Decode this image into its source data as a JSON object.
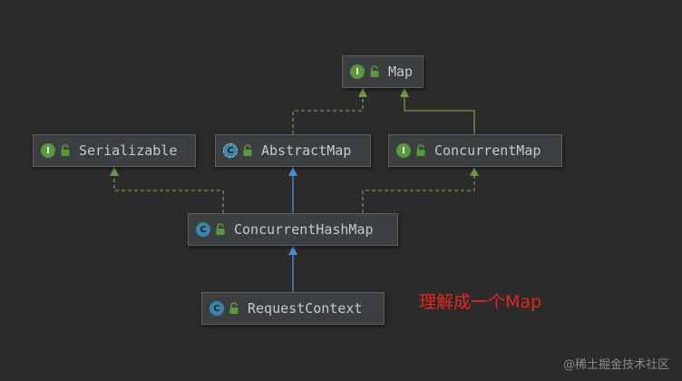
{
  "diagram": {
    "nodes": [
      {
        "id": "map",
        "label": "Map",
        "kind": "interface",
        "badge": "I",
        "visibility": "public"
      },
      {
        "id": "serializable",
        "label": "Serializable",
        "kind": "interface",
        "badge": "I",
        "visibility": "public"
      },
      {
        "id": "abstractmap",
        "label": "AbstractMap",
        "kind": "abstract",
        "badge": "C",
        "visibility": "public"
      },
      {
        "id": "concurrentmap",
        "label": "ConcurrentMap",
        "kind": "interface",
        "badge": "I",
        "visibility": "public"
      },
      {
        "id": "concurrenthashmap",
        "label": "ConcurrentHashMap",
        "kind": "class",
        "badge": "C",
        "visibility": "public"
      },
      {
        "id": "requestcontext",
        "label": "RequestContext",
        "kind": "class",
        "badge": "C",
        "visibility": "public"
      }
    ],
    "edges": [
      {
        "from": "abstractmap",
        "to": "map",
        "type": "implements"
      },
      {
        "from": "concurrentmap",
        "to": "map",
        "type": "extends-interface"
      },
      {
        "from": "concurrenthashmap",
        "to": "serializable",
        "type": "implements"
      },
      {
        "from": "concurrenthashmap",
        "to": "abstractmap",
        "type": "extends"
      },
      {
        "from": "concurrenthashmap",
        "to": "concurrentmap",
        "type": "implements"
      },
      {
        "from": "requestcontext",
        "to": "concurrenthashmap",
        "type": "extends"
      }
    ],
    "colors": {
      "background": "#2b2b2b",
      "node_fill": "#3c3f41",
      "interface_badge": "#5a9a3c",
      "class_badge": "#3d84a8",
      "lock": "#5a9a3c",
      "implements_edge": "#6a9a4a",
      "extends_edge": "#4a8fd8",
      "annotation": "#e8261f"
    }
  },
  "annotation": "理解成一个Map",
  "watermark": "@稀土掘金技术社区"
}
